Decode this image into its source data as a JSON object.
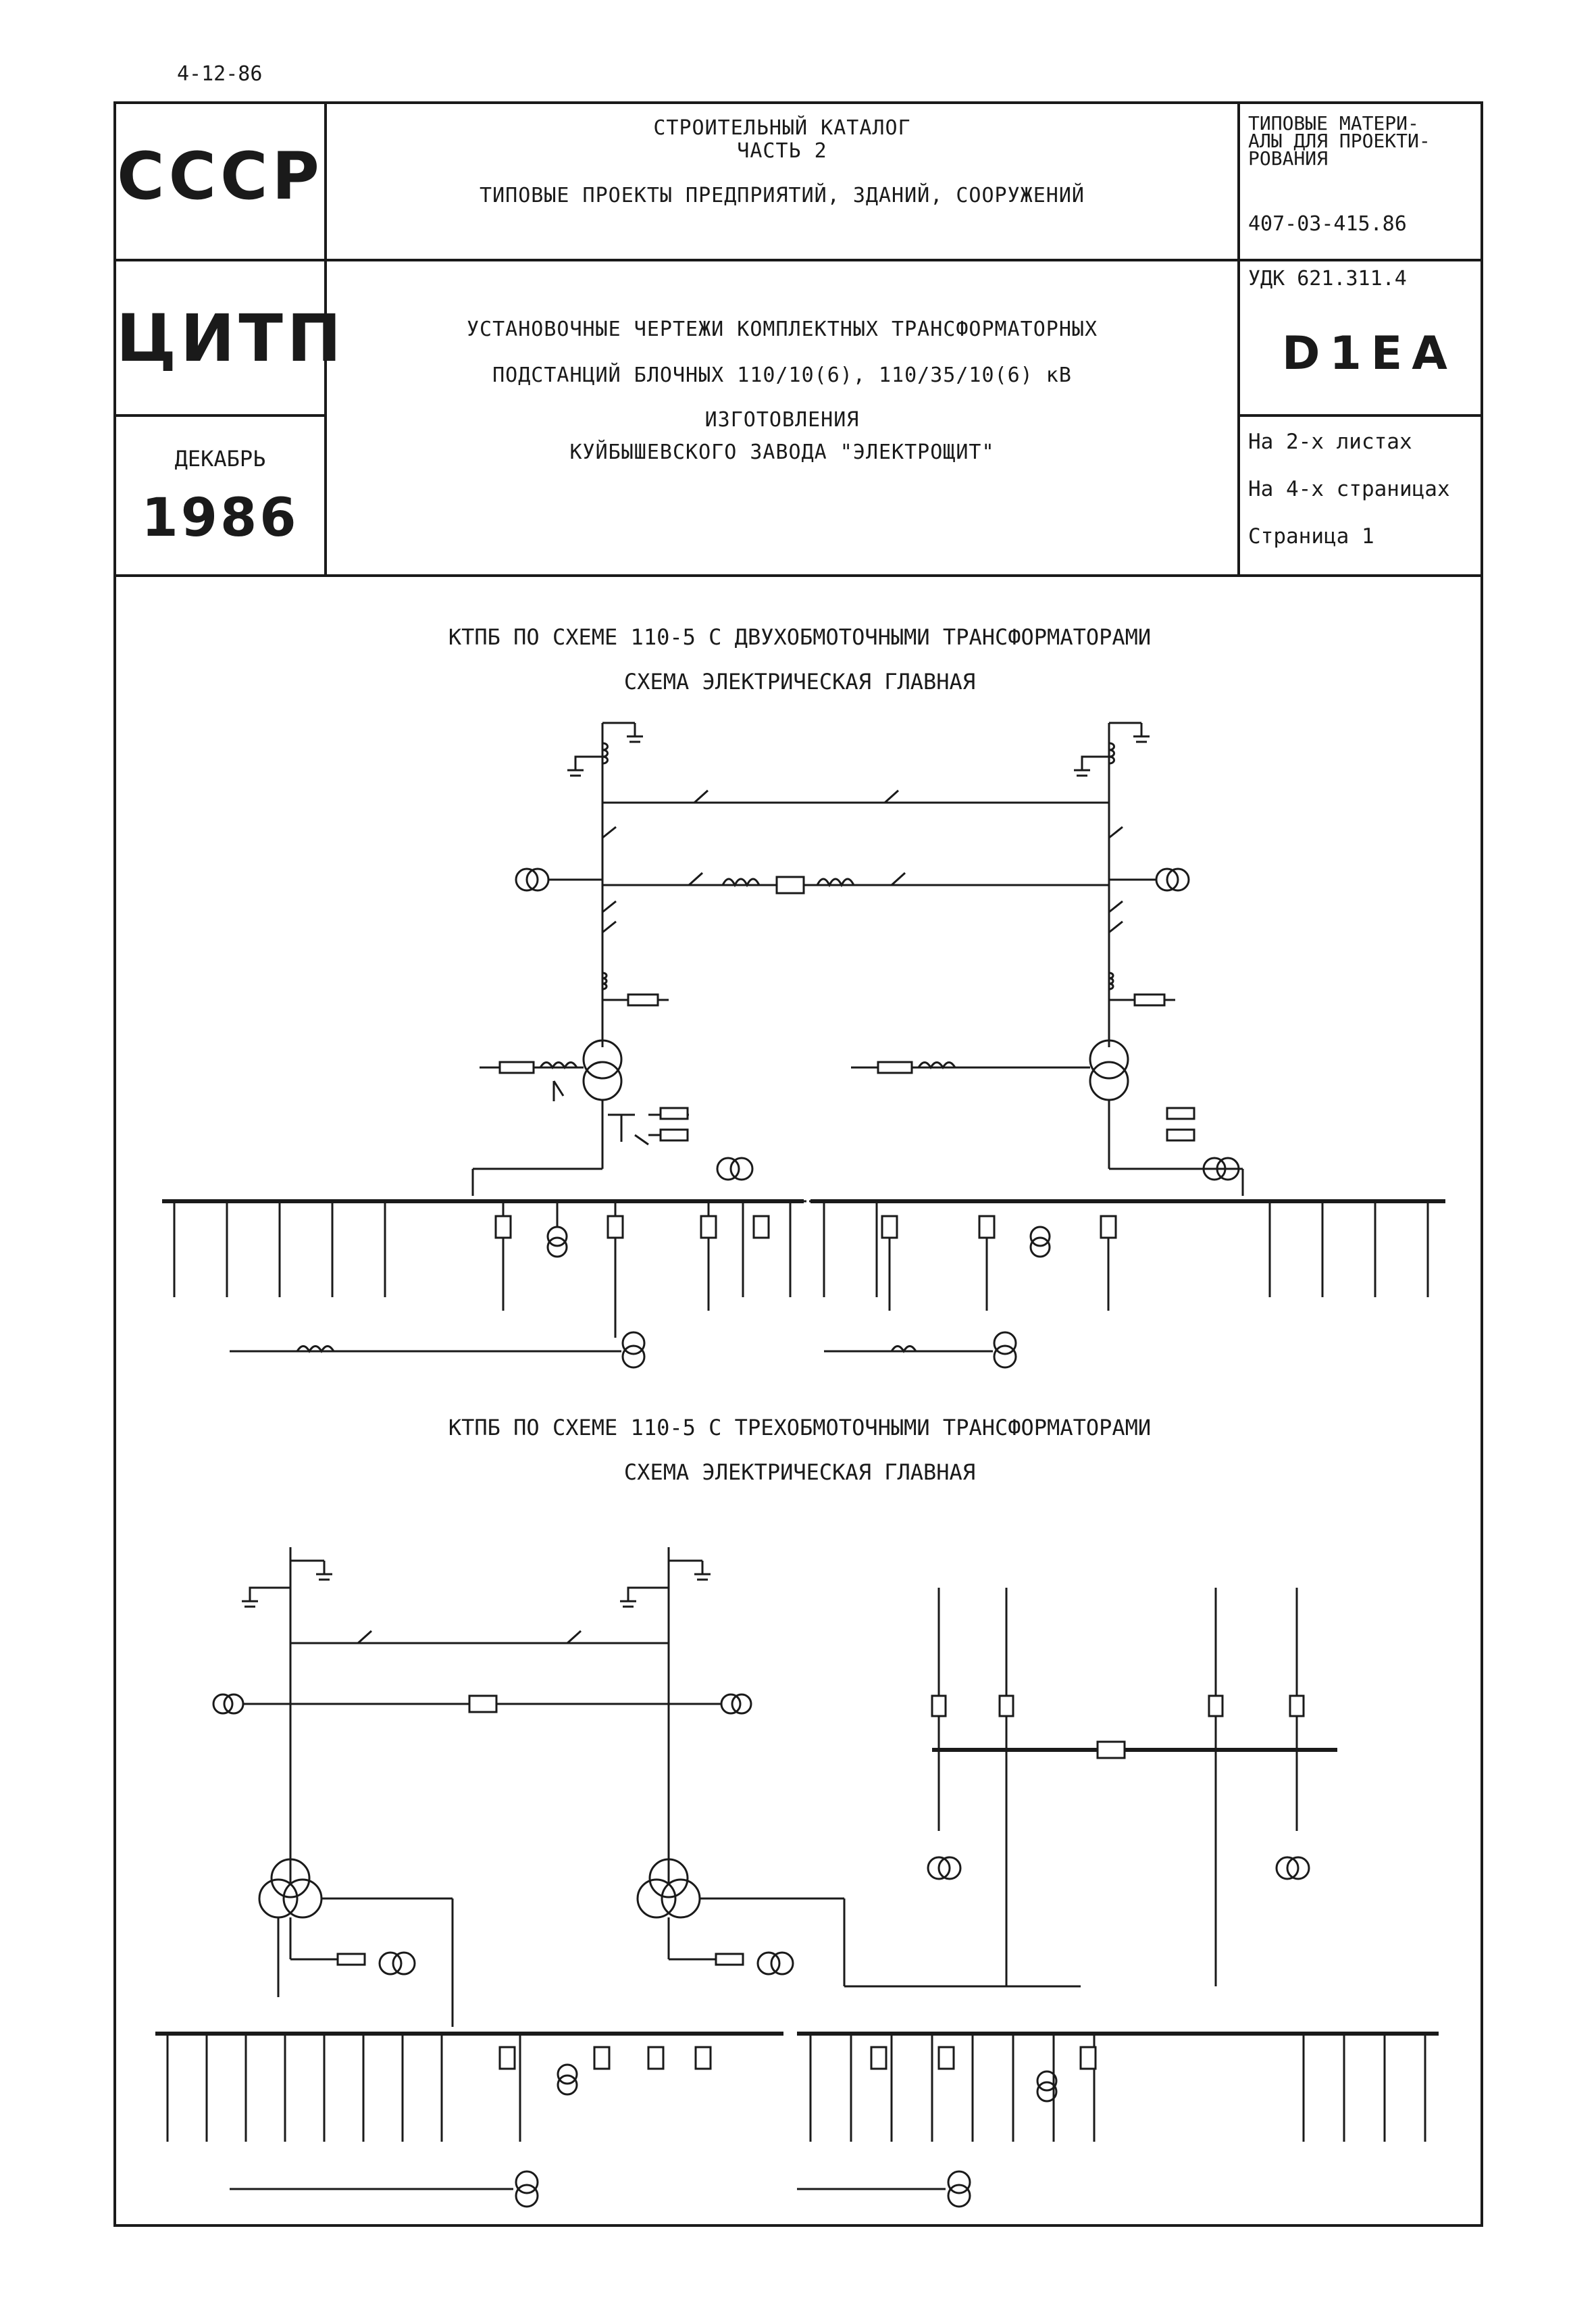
{
  "doc_date": "4-12-86",
  "header": {
    "org_top": "СССР",
    "catalog_title": "СТРОИТЕЛЬНЫЙ КАТАЛОГ",
    "catalog_part": "ЧАСТЬ 2",
    "catalog_subtitle": "ТИПОВЫЕ ПРОЕКТЫ ПРЕДПРИЯТИЙ, ЗДАНИЙ, СООРУЖЕНИЙ",
    "type_line1": "ТИПОВЫЕ МАТЕРИ-",
    "type_line2": "АЛЫ ДЛЯ ПРОЕКТИ-",
    "type_line3": "РОВАНИЯ",
    "project_code": "407-03-415.86",
    "org_mid": "ЦИТП",
    "doc_title1": "УСТАНОВОЧНЫЕ ЧЕРТЕЖИ КОМПЛЕКТНЫХ ТРАНСФОРМАТОРНЫХ",
    "doc_title2": "ПОДСТАНЦИЙ БЛОЧНЫХ 110/10(6), 110/35/10(6) кВ",
    "doc_title3": "ИЗГОТОВЛЕНИЯ",
    "doc_title4": "КУЙБЫШЕВСКОГО ЗАВОДА \"ЭЛЕКТРОЩИТ\"",
    "udk": "УДК 621.311.4",
    "code_mark": "D1EA",
    "month": "ДЕКАБРЬ",
    "year": "1986",
    "sheets": "На 2-х листах",
    "pages": "На 4-х страницах",
    "page": "Страница 1"
  },
  "scheme1": {
    "title": "КТПБ ПО СХЕМЕ 110-5 С ДВУХОБМОТОЧНЫМИ ТРАНСФОРМАТОРАМИ",
    "subtitle": "СХЕМА ЭЛЕКТРИЧЕСКАЯ ГЛАВНАЯ"
  },
  "scheme2": {
    "title": "КТПБ ПО СХЕМЕ 110-5 С ТРЕХОБМОТОЧНЫМИ ТРАНСФОРМАТОРАМИ",
    "subtitle": "СХЕМА ЭЛЕКТРИЧЕСКАЯ ГЛАВНАЯ"
  }
}
